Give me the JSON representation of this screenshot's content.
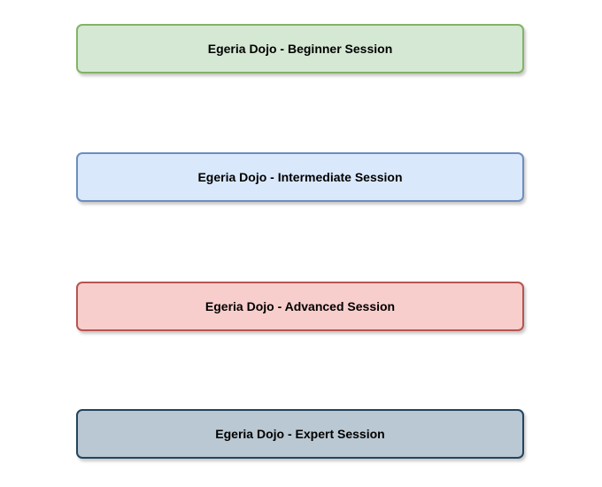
{
  "sessions": [
    {
      "label": "Egeria Dojo - Beginner Session",
      "fill": "#d5e8d4",
      "stroke": "#82b366"
    },
    {
      "label": "Egeria Dojo - Intermediate Session",
      "fill": "#dae8fc",
      "stroke": "#6c8ebf"
    },
    {
      "label": "Egeria Dojo - Advanced Session",
      "fill": "#f8cecc",
      "stroke": "#b85450"
    },
    {
      "label": "Egeria Dojo - Expert Session",
      "fill": "#bac8d3",
      "stroke": "#23445d"
    }
  ]
}
